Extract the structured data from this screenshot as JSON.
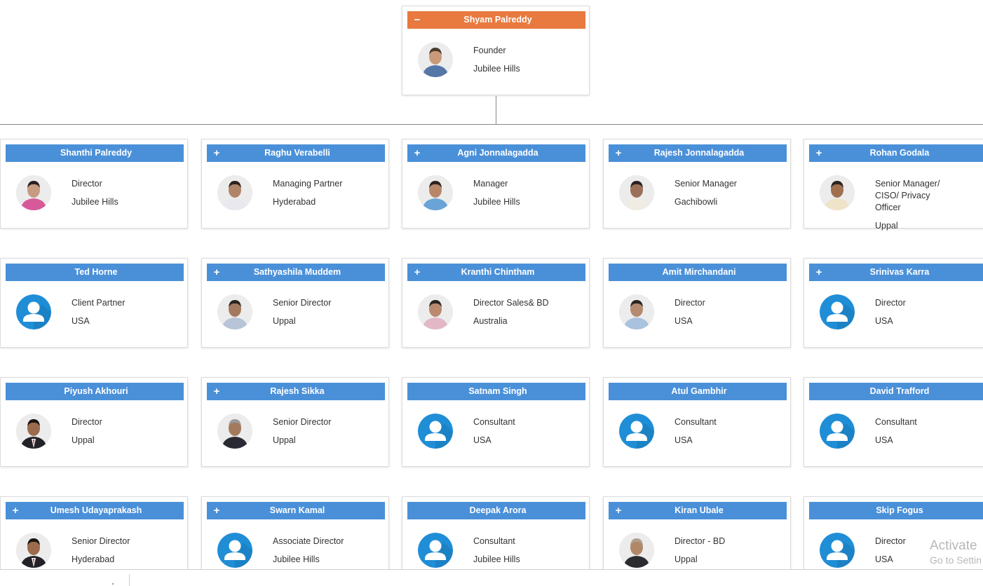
{
  "root": {
    "name": "Shyam Palreddy",
    "role": "Founder",
    "location": "Jubilee Hills",
    "toggle": "−",
    "photo": "man-gray-shirt"
  },
  "rows": [
    [
      {
        "name": "Shanthi Palreddy",
        "role": "Director",
        "location": "Jubilee Hills",
        "toggle": "",
        "photo": "woman-pink"
      },
      {
        "name": "Raghu Verabelli",
        "role": "Managing Partner",
        "location": "Hyderabad",
        "toggle": "+",
        "photo": "man-light-shirt"
      },
      {
        "name": "Agni Jonnalagadda",
        "role": "Manager",
        "location": "Jubilee Hills",
        "toggle": "+",
        "photo": "man-blue-shirt"
      },
      {
        "name": "Rajesh Jonnalagadda",
        "role": "Senior Manager",
        "location": "Gachibowli",
        "toggle": "+",
        "photo": "man-white-shirt"
      },
      {
        "name": "Rohan Godala",
        "role": "Senior Manager/ CISO/ Privacy Officer",
        "location": "Uppal",
        "toggle": "+",
        "photo": "man-cream-shirt"
      }
    ],
    [
      {
        "name": "Ted Horne",
        "role": "Client Partner",
        "location": "USA",
        "toggle": "",
        "photo": "default"
      },
      {
        "name": "Sathyashila Muddem",
        "role": "Senior Director",
        "location": "Uppal",
        "toggle": "+",
        "photo": "man-check-shirt"
      },
      {
        "name": "Kranthi Chintham",
        "role": "Director Sales& BD",
        "location": "Australia",
        "toggle": "+",
        "photo": "man-pink-shirt"
      },
      {
        "name": "Amit Mirchandani",
        "role": "Director",
        "location": "USA",
        "toggle": "",
        "photo": "man-glasses"
      },
      {
        "name": "Srinivas Karra",
        "role": "Director",
        "location": "USA",
        "toggle": "+",
        "photo": "default"
      }
    ],
    [
      {
        "name": "Piyush Akhouri",
        "role": "Director",
        "location": "Uppal",
        "toggle": "",
        "photo": "man-suit-red-tie"
      },
      {
        "name": "Rajesh Sikka",
        "role": "Senior Director",
        "location": "Uppal",
        "toggle": "+",
        "photo": "man-dark-suit"
      },
      {
        "name": "Satnam Singh",
        "role": "Consultant",
        "location": "USA",
        "toggle": "",
        "photo": "default"
      },
      {
        "name": "Atul Gambhir",
        "role": "Consultant",
        "location": "USA",
        "toggle": "",
        "photo": "default"
      },
      {
        "name": "David Trafford",
        "role": "Consultant",
        "location": "USA",
        "toggle": "",
        "photo": "default"
      }
    ],
    [
      {
        "name": "Umesh Udayaprakash",
        "role": "Senior Director",
        "location": "Hyderabad",
        "toggle": "+",
        "photo": "man-suit-red-tie"
      },
      {
        "name": "Swarn Kamal",
        "role": "Associate Director",
        "location": "Jubilee Hills",
        "toggle": "+",
        "photo": "default"
      },
      {
        "name": "Deepak Arora",
        "role": "Consultant",
        "location": "Jubilee Hills",
        "toggle": "",
        "photo": "default"
      },
      {
        "name": "Kiran Ubale",
        "role": "Director - BD",
        "location": "Uppal",
        "toggle": "+",
        "photo": "man-bald-suit"
      },
      {
        "name": "Skip Fogus",
        "role": "Director",
        "location": "USA",
        "toggle": "",
        "photo": "default"
      }
    ]
  ],
  "watermark": {
    "line1": "Activate",
    "line2": "Go to Settin"
  },
  "colors": {
    "header_blue": "#4a90d9",
    "header_orange": "#e8793f",
    "avatar_blue": "#1f8ed6"
  }
}
